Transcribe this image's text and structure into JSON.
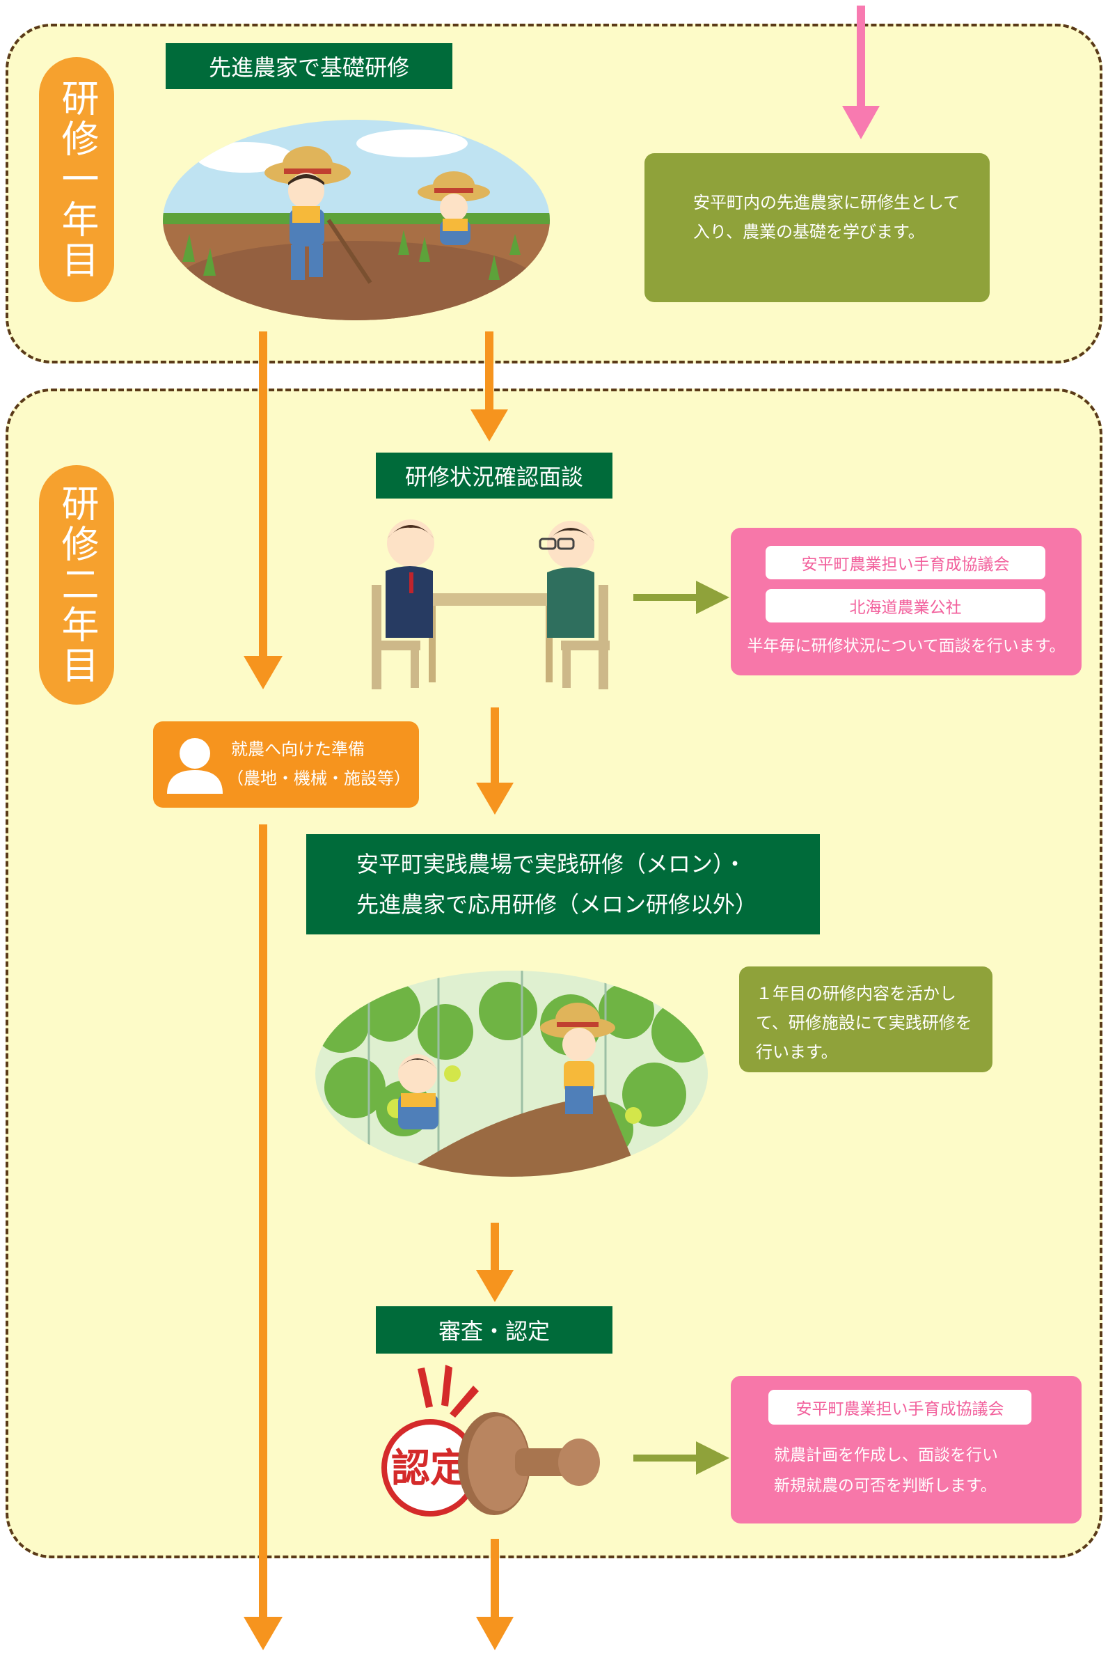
{
  "year1": {
    "label": "研修一年目",
    "header": "先進農家で基礎研修",
    "description_lines": [
      "安平町内の先進農家に研修生として",
      "入り、農業の基礎を学びます。"
    ]
  },
  "year2": {
    "label": "研修二年目",
    "interview": {
      "header": "研修状況確認面談",
      "org1": "安平町農業担い手育成協議会",
      "org2": "北海道農業公社",
      "note": "半年毎に研修状況について面談を行います。"
    },
    "prep": {
      "line1": "就農へ向けた準備",
      "line2": "（農地・機械・施設等）"
    },
    "practice": {
      "header_line1": "安平町実践農場で実践研修（メロン）・",
      "header_line2": "先進農家で応用研修（メロン研修以外）",
      "desc_lines": [
        "１年目の研修内容を活かし",
        "て、研修施設にて実践研修を",
        "行います。"
      ]
    },
    "review": {
      "header": "審査・認定",
      "org": "安平町農業担い手育成協議会",
      "note_lines": [
        "就農計画を作成し、面談を行い",
        "新規就農の可否を判断します。"
      ],
      "stamp_text": "認定"
    }
  },
  "colors": {
    "section_bg": "#fdfbc8",
    "dashed_border": "#5a3a18",
    "orange": "#f6941e",
    "dark_green": "#006b3a",
    "olive": "#8fa23a",
    "pink": "#f777a9",
    "arrow_pink": "#f87ab0",
    "arrow_green": "#8fa23a"
  }
}
